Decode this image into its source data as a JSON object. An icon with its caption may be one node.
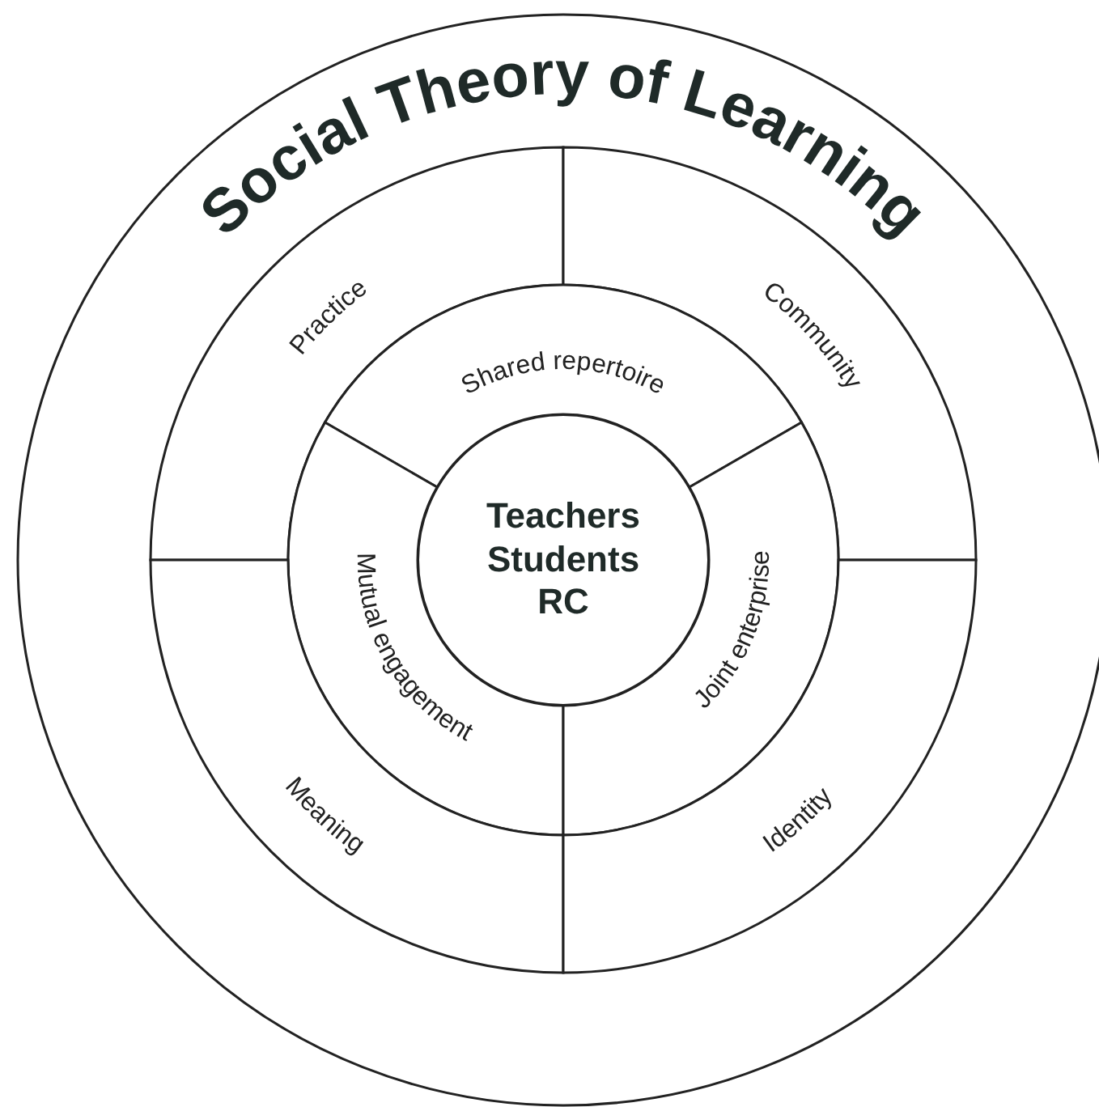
{
  "diagram": {
    "title": "Social Theory of Learning",
    "nodes": [
      {
        "text": [
          "Practice"
        ]
      },
      {
        "text": [
          "Community"
        ]
      },
      {
        "text": [
          "Shared repertoire"
        ]
      },
      {
        "text": [
          "Teachers Students RC"
        ]
      },
      {
        "text": [
          "Mutual engagement"
        ]
      },
      {
        "text": [
          "Joint enterprise"
        ]
      },
      {
        "text": [
          "Meaning"
        ]
      },
      {
        "text": [
          "Identity"
        ]
      }
    ]
  }
}
